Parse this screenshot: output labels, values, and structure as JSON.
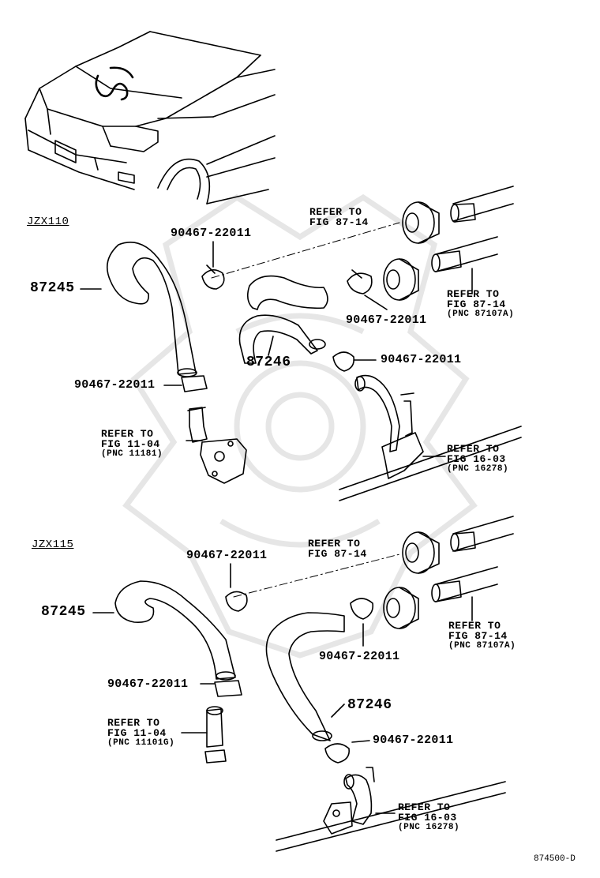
{
  "sections": [
    {
      "model": "JZX110",
      "hose_a": "87245",
      "hose_b": "87246",
      "clips": [
        "90467-22011",
        "90467-22011",
        "90467-22011",
        "90467-22011"
      ],
      "refs": [
        {
          "line1": "REFER TO",
          "line2": "FIG 87-14",
          "pnc": ""
        },
        {
          "line1": "REFER TO",
          "line2": "FIG 87-14",
          "pnc": "(PNC 87107A)"
        },
        {
          "line1": "REFER TO",
          "line2": "FIG 11-04",
          "pnc": "(PNC 11181)"
        },
        {
          "line1": "REFER TO",
          "line2": "FIG 16-03",
          "pnc": "(PNC 16278)"
        }
      ]
    },
    {
      "model": "JZX115",
      "hose_a": "87245",
      "hose_b": "87246",
      "clips": [
        "90467-22011",
        "90467-22011",
        "90467-22011",
        "90467-22011"
      ],
      "refs": [
        {
          "line1": "REFER TO",
          "line2": "FIG 87-14",
          "pnc": ""
        },
        {
          "line1": "REFER TO",
          "line2": "FIG 87-14",
          "pnc": "(PNC 87107A)"
        },
        {
          "line1": "REFER TO",
          "line2": "FIG 11-04",
          "pnc": "(PNC 11101G)"
        },
        {
          "line1": "REFER TO",
          "line2": "FIG 16-03",
          "pnc": "(PNC 16278)"
        }
      ]
    }
  ],
  "illustration_code": "874500-D",
  "colors": {
    "ink": "#000000",
    "watermark": "#e6e6e6",
    "background": "#ffffff"
  }
}
